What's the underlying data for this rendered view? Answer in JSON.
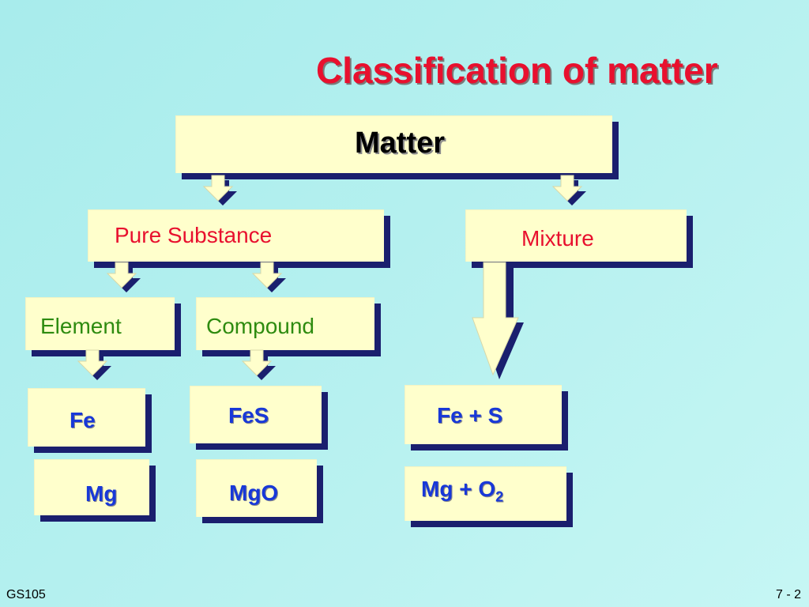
{
  "title": "Classification of matter",
  "nodes": {
    "matter": "Matter",
    "pure_substance": "Pure Substance",
    "mixture": "Mixture",
    "element": "Element",
    "compound": "Compound"
  },
  "examples": {
    "element": [
      "Fe",
      "Mg"
    ],
    "compound": [
      "FeS",
      "MgO"
    ],
    "mixture": [
      "Fe +  S",
      "Mg  +  O"
    ],
    "mixture_subscript": "2"
  },
  "footer": {
    "left": "GS105",
    "right": "7 - 2"
  }
}
